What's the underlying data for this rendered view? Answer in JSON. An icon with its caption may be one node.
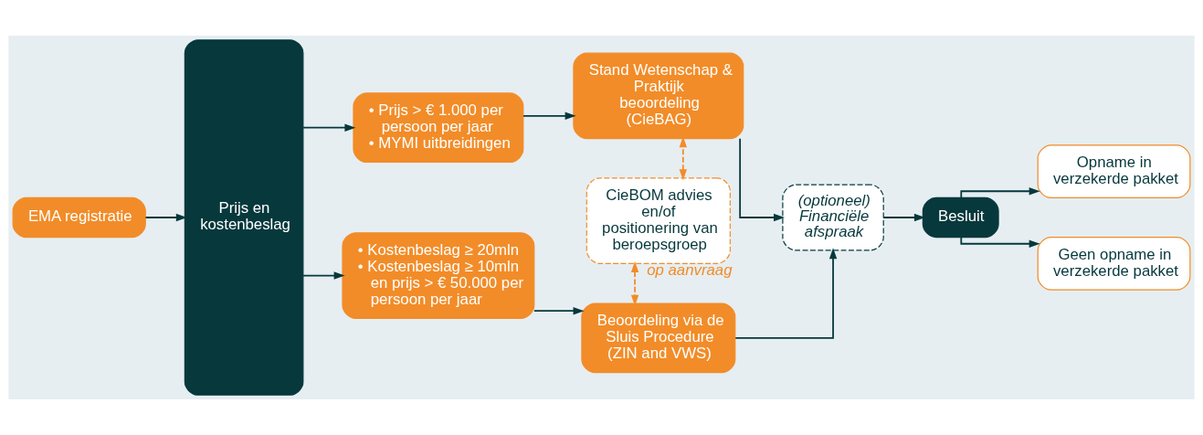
{
  "diagram": {
    "nodes": [
      {
        "text": [
          "EMA registratie"
        ]
      },
      {
        "text": [
          "Prijs en kostenbeslag"
        ]
      },
      {
        "text": [
          "• Prijs > € 1.000 per persoon per jaar",
          "• MYMI uitbreidingen"
        ]
      },
      {
        "text": [
          "Stand Wetenschap & Praktijk beoordeling (CieBAG)"
        ]
      },
      {
        "text": [
          "CieBOM advies en/of positionering van beroepsgroep"
        ],
        "beside": [
          "op aanvraag"
        ]
      },
      {
        "text": [
          "• Kostenbeslag ≥ 20mln",
          "• Kostenbeslag ≥ 10mln en prijs > € 50.000 per persoon per jaar"
        ]
      },
      {
        "text": [
          "Beoordeling via de Sluis Procedure (ZIN and VWS)"
        ]
      },
      {
        "text": [
          "(optioneel) Financiële afspraak"
        ]
      },
      {
        "text": [
          "Besluit"
        ]
      },
      {
        "text": [
          "Opname in verzekerde pakket"
        ]
      },
      {
        "text": [
          "Geen opname in verzekerde pakket"
        ]
      }
    ],
    "edges": [
      {
        "from": 0,
        "to": 1,
        "arrow": "to"
      },
      {
        "from": 1,
        "to": 2,
        "arrow": "to"
      },
      {
        "from": 1,
        "to": 5,
        "arrow": "to"
      },
      {
        "from": 2,
        "to": 3,
        "arrow": "to"
      },
      {
        "from": 5,
        "to": 6,
        "arrow": "to"
      },
      {
        "from": 4,
        "to": 3,
        "arrow": "both",
        "style": "dashed",
        "color": "#f28c28"
      },
      {
        "from": 4,
        "to": 6,
        "arrow": "both",
        "style": "dashed",
        "color": "#f28c28"
      },
      {
        "from": 3,
        "to": 7,
        "arrow": "to"
      },
      {
        "from": 6,
        "to": 7,
        "arrow": "to"
      },
      {
        "from": 7,
        "to": 8,
        "arrow": "to"
      },
      {
        "from": 8,
        "to": 9,
        "arrow": "to"
      },
      {
        "from": 8,
        "to": 10,
        "arrow": "to"
      }
    ]
  }
}
